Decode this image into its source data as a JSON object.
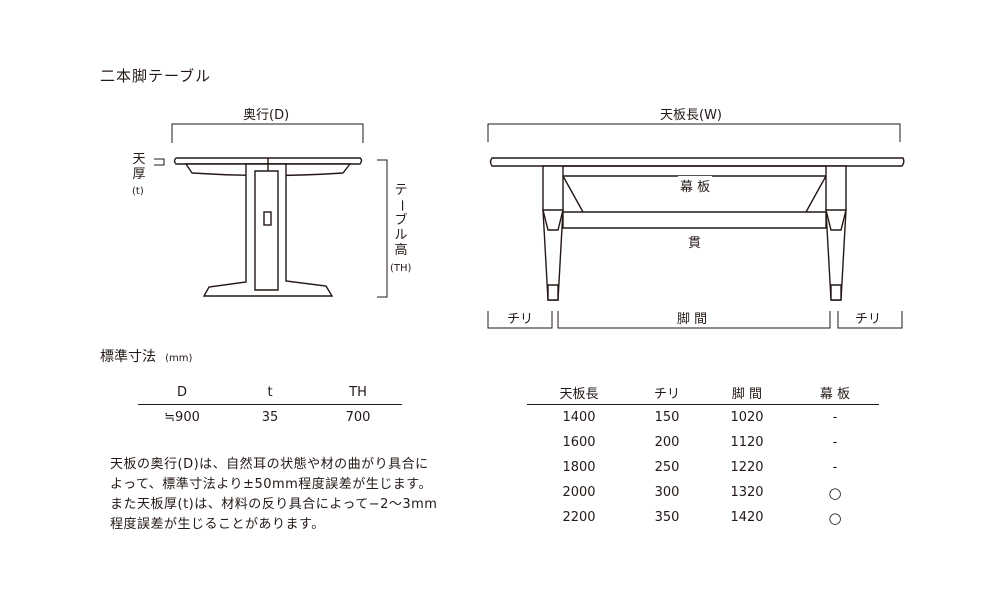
{
  "page_title": "二本脚テーブル",
  "side_view": {
    "depth_label": "奥行(D)",
    "thickness_label_chars": [
      "天",
      "厚"
    ],
    "thickness_symbol": "(t)",
    "height_label_chars": [
      "テ",
      "ー",
      "ブ",
      "ル",
      "高"
    ],
    "height_symbol": "(TH)"
  },
  "front_view": {
    "width_label": "天板長(W)",
    "apron_label": "幕 板",
    "stretcher_label": "貫",
    "overhang_label": "チリ",
    "leg_span_label": "脚 間"
  },
  "standard_size": {
    "heading": "標準寸法",
    "unit": "(mm)",
    "headers": [
      "D",
      "t",
      "TH"
    ],
    "row": [
      "≒900",
      "35",
      "700"
    ]
  },
  "note_lines": [
    "天板の奥行(D)は、自然耳の状態や材の曲がり具合に",
    "よって、標準寸法より±50mm程度誤差が生じます。",
    "また天板厚(t)は、材料の反り具合によって−2〜3mm",
    "程度誤差が生じることがあります。"
  ],
  "size_table": {
    "headers": [
      "天板長",
      "チリ",
      "脚 間",
      "幕 板"
    ],
    "rows": [
      [
        "1400",
        "150",
        "1020",
        "-"
      ],
      [
        "1600",
        "200",
        "1120",
        "-"
      ],
      [
        "1800",
        "250",
        "1220",
        "-"
      ],
      [
        "2000",
        "300",
        "1320",
        "○"
      ],
      [
        "2200",
        "350",
        "1420",
        "○"
      ]
    ]
  }
}
